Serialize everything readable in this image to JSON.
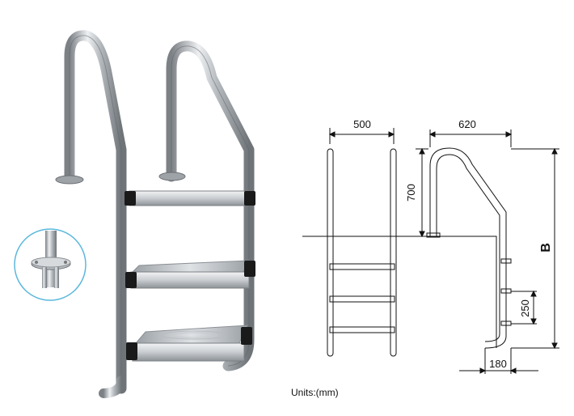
{
  "diagram": {
    "dimensions": {
      "width_front": "500",
      "depth_side": "620",
      "handrail_height": "700",
      "overall_height": "B",
      "step_spacing": "250",
      "wall_offset": "180"
    },
    "units_label": "Units:(mm)"
  },
  "colors": {
    "steel_light": "#e6e8ea",
    "steel_mid": "#a9aeb3",
    "steel_dark": "#6b7075",
    "bracket_black": "#1a1a1a",
    "inset_ring": "#5bb8dc",
    "line": "#111111"
  }
}
